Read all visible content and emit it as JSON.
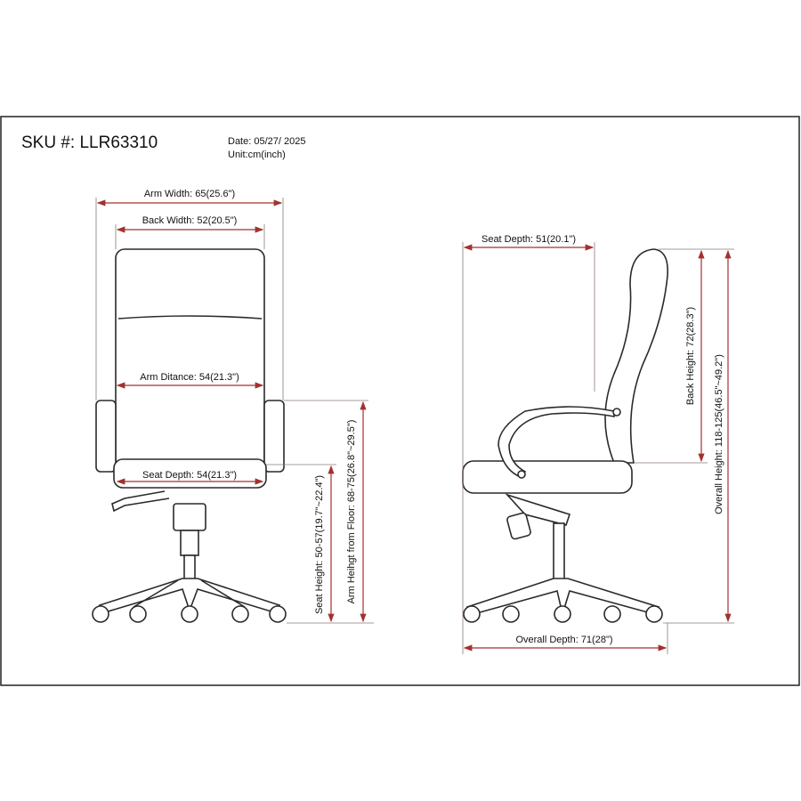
{
  "header": {
    "sku": "SKU #: LLR63310",
    "date": "Date: 05/27/ 2025",
    "unit": "Unit:cm(inch)"
  },
  "front_view": {
    "arm_width": "Arm Width: 65(25.6\")",
    "back_width": "Back Width: 52(20.5\")",
    "arm_distance": "Arm Ditance: 54(21.3\")",
    "seat_depth": "Seat Depth: 54(21.3\")",
    "seat_height": "Seat Height: 50-57(19.7\"~22.4\")",
    "arm_height": "Arm Heihgt from Floor: 68-75(26.8\"~29.5\")"
  },
  "side_view": {
    "seat_depth": "Seat Depth: 51(20.1\")",
    "back_height": "Back Height: 72(28.3\")",
    "overall_height": "Overall Height: 118-125(46.5\"~49.2\")",
    "overall_depth": "Overall Depth: 71(28\")"
  },
  "colors": {
    "dimension": "#a3312f",
    "line": "#2a2a2a"
  }
}
